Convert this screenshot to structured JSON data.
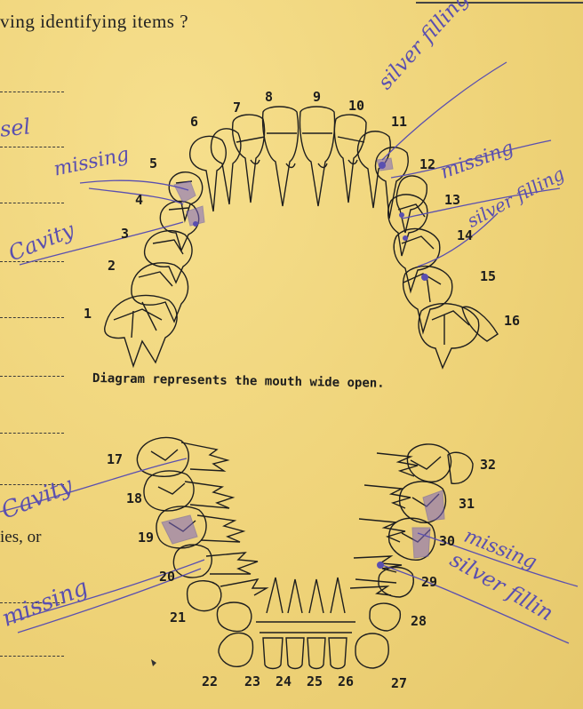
{
  "header": {
    "question_fragment": "ving identifying items ?"
  },
  "side_fragment": "ies,   or",
  "upper_tooth_numbers": [
    "1",
    "2",
    "3",
    "4",
    "5",
    "6",
    "7",
    "8",
    "9",
    "10",
    "11",
    "12",
    "13",
    "14",
    "15",
    "16"
  ],
  "lower_tooth_numbers": [
    "17",
    "18",
    "19",
    "20",
    "21",
    "22",
    "23",
    "24",
    "25",
    "26",
    "27",
    "28",
    "29",
    "30",
    "31",
    "32"
  ],
  "caption": "Diagram represents the mouth wide open.",
  "annotations": {
    "left_top_fragment": "sel",
    "missing_upper_left": "missing",
    "cavity_upper_left": "Cavity",
    "silver_filling_11": "silver filling",
    "missing_12": "missing",
    "silver_filling_13": "silver filling",
    "cavity_lower_left": "Cavity",
    "missing_lower_left": "missing",
    "missing_30": "missing",
    "silver_filling_29": "silver fillin"
  },
  "colors": {
    "paper": "#f1d77f",
    "ink": "#1d1d1d",
    "handwriting": "#5a4fb0"
  }
}
